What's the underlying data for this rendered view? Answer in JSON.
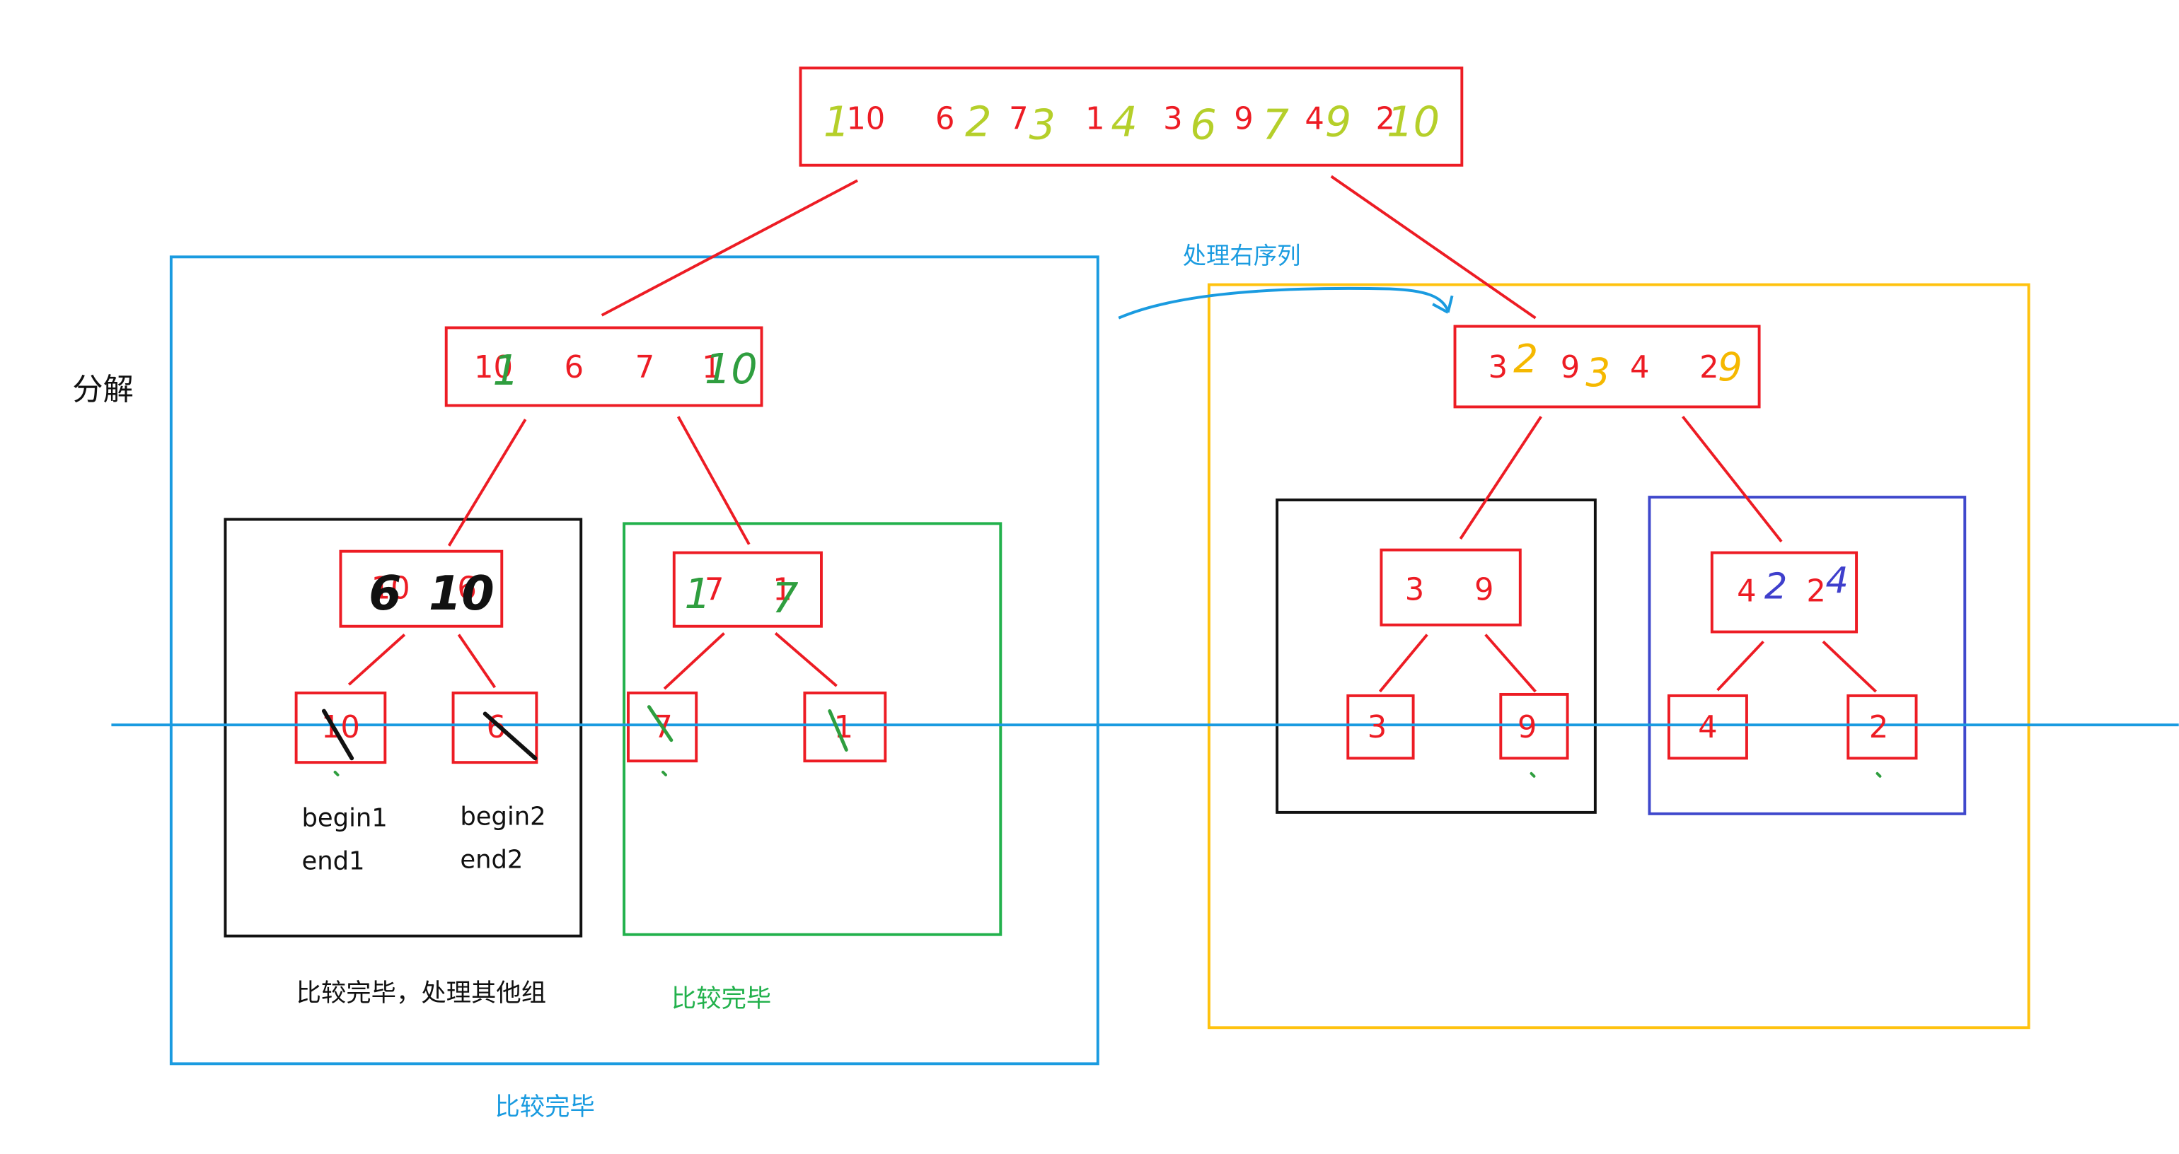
{
  "colors": {
    "red": "#ed1c24",
    "blue": "#1a9be0",
    "green": "#22b14c",
    "yellow": "#ffc20e",
    "navy": "#3f48cc",
    "black": "#111111",
    "lime": "#b5cf2a",
    "hand_green": "#2f9e3f",
    "hand_yellow": "#f5b800",
    "hand_blue": "#3f3fcc"
  },
  "labels": {
    "decompose": "分解",
    "process_right": "处理右序列",
    "left_pair_done": "比较完毕，处理其他组",
    "right_pair_done": "比较完毕",
    "left_half_done": "比较完毕",
    "begin1": "begin1",
    "end1": "end1",
    "begin2": "begin2",
    "end2": "end2"
  },
  "tree": {
    "root": {
      "values": [
        10,
        6,
        7,
        1,
        3,
        9,
        4,
        2
      ],
      "merged": [
        1,
        2,
        3,
        4,
        6,
        7,
        9,
        10
      ]
    },
    "left": {
      "values": [
        10,
        6,
        7,
        1
      ],
      "merged": [
        1,
        10
      ]
    },
    "right": {
      "values": [
        3,
        9,
        4,
        2
      ],
      "merged": [
        2,
        3,
        9
      ]
    },
    "left_left": {
      "values": [
        10,
        6
      ],
      "merged": [
        6,
        10
      ]
    },
    "left_right": {
      "values": [
        7,
        1
      ],
      "merged": [
        1,
        7
      ]
    },
    "right_left": {
      "values": [
        3,
        9
      ]
    },
    "right_right": {
      "values": [
        4,
        2
      ],
      "merged": [
        2,
        4
      ]
    },
    "leaves": [
      10,
      6,
      7,
      1,
      3,
      9,
      4,
      2
    ]
  }
}
